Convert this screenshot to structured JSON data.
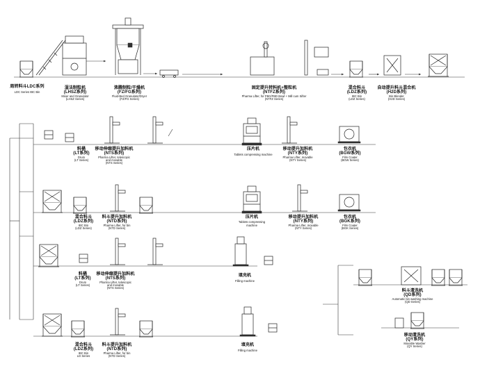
{
  "labels": {
    "ldc": {
      "cn": "周转料斗LDC系列",
      "en": [
        "LDC Series IBC Bin"
      ]
    },
    "lhsz": {
      "cn": "湿法制粒机",
      "cn2": "(LHSZ系列)",
      "en": [
        "Mixer and Granulator",
        "(LHSZ Series)"
      ]
    },
    "fz": {
      "cn": "沸腾制粒/干燥机",
      "cn2": "(FZ/FG系列)",
      "en": [
        "Fluid-Bed Granulator/Dryer",
        "(FZ/FG Series)"
      ]
    },
    "ntfz": {
      "cn": "固定提升转料机+整粒机",
      "cn2": "(NTFZ系列)",
      "en": [
        "Pharma Lifter, for FBG/FBD Bowl + Mill cum Sifter",
        "(NTFZ Series)"
      ]
    },
    "ldz_top": {
      "cn": "混合料斗",
      "cn2": "(LDZ系列)",
      "en": [
        "IBC Bin",
        "(LDZ Series)"
      ]
    },
    "h2d": {
      "cn": "自动提升料斗混合机",
      "cn2": "(H2D系列)",
      "en": [
        "Bin Blender",
        "(H2D Series)"
      ]
    },
    "r1_drum": {
      "cn": "料桶",
      "cn2": "(LT系列)",
      "en": [
        "Drum",
        "(LT Series)"
      ]
    },
    "r1_nts": {
      "cn": "移动伸缩提升加料机",
      "cn2": "(NTS系列)",
      "en": [
        "Pharma Lifter, telescopic",
        "and movable",
        "(NTS Series)"
      ]
    },
    "r1_press": {
      "cn": "压片机",
      "en": [
        "Tablets compressing machine"
      ]
    },
    "r1_nty": {
      "cn": "移动提升加料机",
      "cn2": "(NTY系列)",
      "en": [
        "Pharma Lifter, movable",
        "(NTY Series)"
      ]
    },
    "r1_coat": {
      "cn": "包衣机",
      "cn2": "(BGW系列)",
      "en": [
        "Film Coater",
        "(BGW Series)"
      ]
    },
    "r2_ldz": {
      "cn": "混合料斗",
      "cn2": "(LDZ系列)",
      "en": [
        "IBC Bin",
        "(LDZ Series)"
      ]
    },
    "r2_ntd": {
      "cn": "料斗提升加料机",
      "cn2": "(NTD系列)",
      "en": [
        "Pharma Lifter, for bin",
        "(NTD Series)"
      ]
    },
    "r2_press": {
      "cn": "压片机",
      "en": [
        "Tablets compressing",
        "machine"
      ]
    },
    "r2_nty": {
      "cn": "移动提升加料机",
      "cn2": "(NTY系列)",
      "en": [
        "Pharma Lifter, movable",
        "(NTY Series)"
      ]
    },
    "r2_coat": {
      "cn": "包衣机",
      "cn2": "(BGK系列)",
      "en": [
        "Film Coater",
        "(BGK Series)"
      ]
    },
    "r3_drum": {
      "cn": "料桶",
      "cn2": "(LT系列)",
      "en": [
        "Drum",
        "(LT Series)"
      ]
    },
    "r3_nts": {
      "cn": "移动伸缩提升加料机",
      "cn2": "(NTS系列)",
      "en": [
        "Pharma Lifter, telescopic",
        "and movable",
        "(NTS Series)"
      ]
    },
    "r3_fill": {
      "cn": "填充机",
      "en": [
        "Filling machine"
      ]
    },
    "r4_ldz": {
      "cn": "混合料斗",
      "cn2": "(LDZ系列)",
      "en": [
        "IBC Bin",
        "LD Series"
      ]
    },
    "r4_ntd": {
      "cn": "料斗提升加料机",
      "cn2": "(NTD系列)",
      "en": [
        "Pharma Lifter, for bin",
        "(NTD Series)"
      ]
    },
    "r4_fill": {
      "cn": "填充机",
      "en": [
        "Filling machine"
      ]
    },
    "qd": {
      "cn": "料斗清洗机",
      "cn2": "(QD系列)",
      "en": [
        "Automatic bin washing machine",
        "(QD Series)"
      ]
    },
    "qy": {
      "cn": "移动清洗机",
      "cn2": "(QY系列)",
      "en": [
        "Movable Washer",
        "(QY Series)"
      ]
    }
  },
  "colors": {
    "line": "#333333",
    "fill": "#333333",
    "background": "#ffffff"
  }
}
